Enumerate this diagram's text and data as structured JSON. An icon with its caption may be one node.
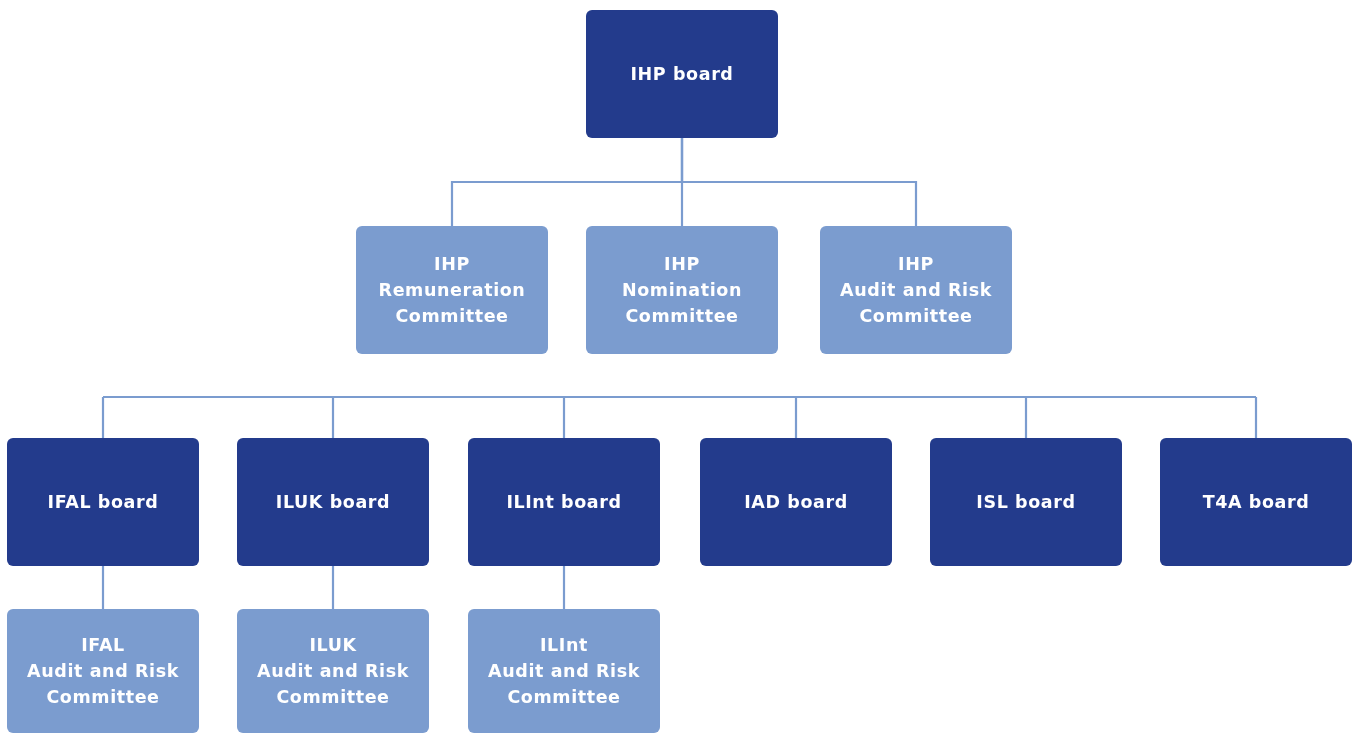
{
  "diagram": {
    "nodes": [
      {
        "text": [
          "IHP board"
        ]
      },
      {
        "text": [
          "IHP",
          "Remuneration Committee"
        ]
      },
      {
        "text": [
          "IHP",
          "Nomination Committee"
        ]
      },
      {
        "text": [
          "IHP",
          "Audit and Risk Committee"
        ]
      },
      {
        "text": [
          "IFAL board"
        ]
      },
      {
        "text": [
          "ILUK board"
        ]
      },
      {
        "text": [
          "ILInt board"
        ]
      },
      {
        "text": [
          "IAD board"
        ]
      },
      {
        "text": [
          "ISL board"
        ]
      },
      {
        "text": [
          "T4A board"
        ]
      },
      {
        "text": [
          "IFAL",
          "Audit and Risk Committee"
        ]
      },
      {
        "text": [
          "ILUK",
          "Audit and Risk Committee"
        ]
      },
      {
        "text": [
          "ILInt",
          "Audit and Risk Committee"
        ]
      }
    ],
    "edges": [
      {
        "from": 0,
        "to": 1,
        "arrow": "none"
      },
      {
        "from": 0,
        "to": 2,
        "arrow": "none"
      },
      {
        "from": 0,
        "to": 3,
        "arrow": "none"
      },
      {
        "from": null,
        "to": 4,
        "arrow": "none"
      },
      {
        "from": null,
        "to": 5,
        "arrow": "none"
      },
      {
        "from": null,
        "to": 6,
        "arrow": "none"
      },
      {
        "from": null,
        "to": 7,
        "arrow": "none"
      },
      {
        "from": null,
        "to": 8,
        "arrow": "none"
      },
      {
        "from": null,
        "to": 9,
        "arrow": "none"
      },
      {
        "from": 4,
        "to": 10,
        "arrow": "none"
      },
      {
        "from": 5,
        "to": 11,
        "arrow": "none"
      },
      {
        "from": 6,
        "to": 12,
        "arrow": "none"
      }
    ]
  }
}
